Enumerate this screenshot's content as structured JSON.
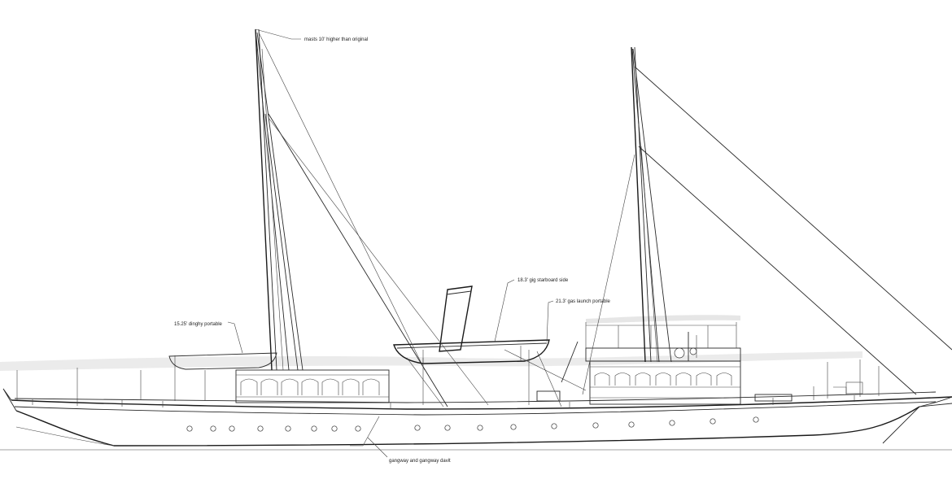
{
  "annotations": {
    "masts": "masts 10' higher than original",
    "gig": "18.3' gig starboard side",
    "launch": "21.3' gas launch portable",
    "dinghy": "15.25' dinghy portable",
    "gangway": "gangway and gangway davit"
  },
  "colors": {
    "line": "#2a2a2a",
    "waterline_wash": "#cfcfcf"
  }
}
